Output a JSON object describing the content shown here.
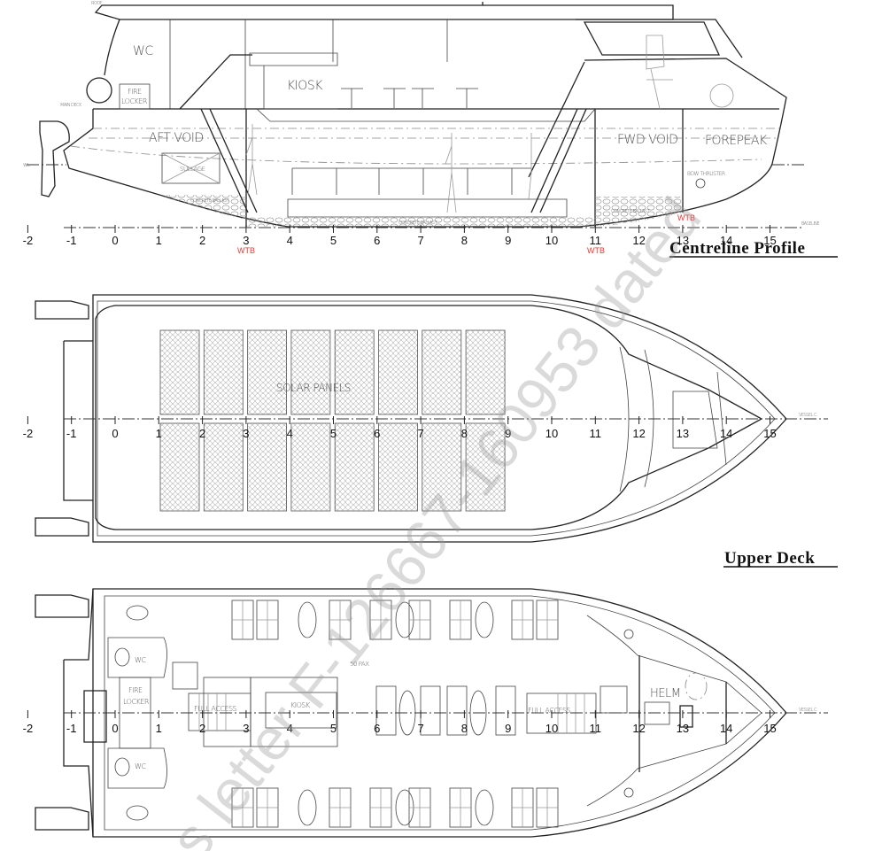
{
  "stations": [
    "-2",
    "-1",
    "0",
    "1",
    "2",
    "3",
    "4",
    "5",
    "6",
    "7",
    "8",
    "9",
    "10",
    "11",
    "12",
    "13",
    "14",
    "15"
  ],
  "profile": {
    "title": "Centreline Profile",
    "wc": "WC",
    "fire_locker_1": "FIRE",
    "fire_locker_2": "LOCKER",
    "kiosk": "KIOSK",
    "aft_void": "AFT VOID",
    "sullage": "SULLAGE",
    "fwd_void": "FWD VOID",
    "forepeak": "FOREPEAK",
    "bow_thruster": "BOW THRUSTER",
    "ballast_aft": "CONCRETE BALLAST",
    "ballast_mid": "CONCRETE BALLAST",
    "ballast_fwd": "CONCRETE BALLAST",
    "roof": "ROOF",
    "main_deck": "MAIN DECK",
    "waterline": "W.L.",
    "baseline": "BASELINE",
    "wtb_labels": [
      "WTB",
      "WTB",
      "WTB"
    ]
  },
  "upper_deck": {
    "title": "Upper Deck",
    "solar_panels": "SOLAR PANELS",
    "vessel_cl": "VESSEL C.",
    "solar_panel_columns": 8,
    "solar_panel_rows": 2
  },
  "main_deck": {
    "wc_port": "WC",
    "wc_stbd": "WC",
    "fire_locker_1": "FIRE",
    "fire_locker_2": "LOCKER",
    "full_access_aft": "FULL ACCESS",
    "full_access_fwd": "FULL ACCESS",
    "kiosk": "KIOSK",
    "pax": "50 PAX",
    "helm": "HELM",
    "vessel_cl": "VESSEL C."
  },
  "watermark": "s letter F-126667-160953 dated",
  "colors": {
    "line": "#222222",
    "wtb": "#e53935",
    "watermark": "#969696"
  }
}
